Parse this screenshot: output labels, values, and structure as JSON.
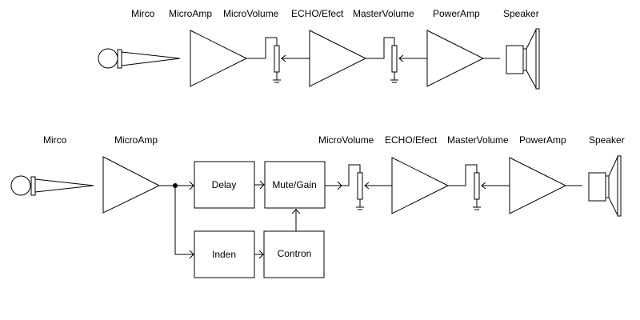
{
  "diagram": {
    "top_chain": {
      "labels": {
        "mic": "Mirco",
        "micro_amp": "MicroAmp",
        "micro_volume": "MicroVolume",
        "echo": "ECHO/Efect",
        "master_volume": "MasterVolume",
        "power_amp": "PowerAmp",
        "speaker": "Speaker"
      }
    },
    "bottom_chain": {
      "labels": {
        "mic": "Mirco",
        "micro_amp": "MicroAmp",
        "micro_volume": "MicroVolume",
        "echo": "ECHO/Efect",
        "master_volume": "MasterVolume",
        "power_amp": "PowerAmp",
        "speaker": "Speaker"
      },
      "blocks": {
        "delay": "Delay",
        "mute_gain": "Mute/Gain",
        "inden": "Inden",
        "contron": "Contron"
      }
    }
  }
}
